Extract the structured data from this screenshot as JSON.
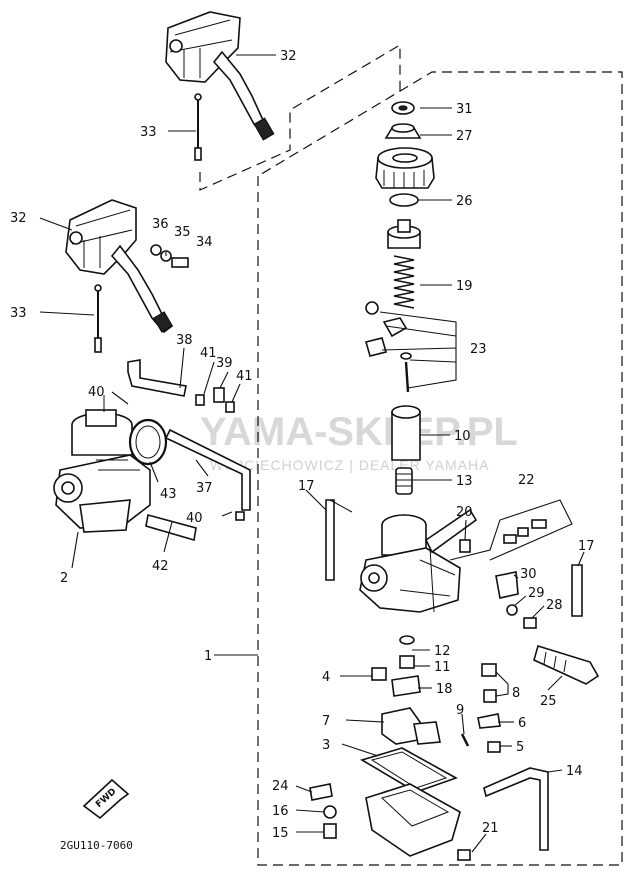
{
  "labels": {
    "l1": "1",
    "l2": "2",
    "l3": "3",
    "l4": "4",
    "l5": "5",
    "l6": "6",
    "l7": "7",
    "l8": "8",
    "l9": "9",
    "l10": "10",
    "l11": "11",
    "l12": "12",
    "l13": "13",
    "l14": "14",
    "l15": "15",
    "l16": "16",
    "l17a": "17",
    "l17b": "17",
    "l18": "18",
    "l19": "19",
    "l20": "20",
    "l21": "21",
    "l22": "22",
    "l23": "23",
    "l24": "24",
    "l25": "25",
    "l26": "26",
    "l27": "27",
    "l28": "28",
    "l29": "29",
    "l30": "30",
    "l31": "31",
    "l32a": "32",
    "l32b": "32",
    "l33a": "33",
    "l33b": "33",
    "l34": "34",
    "l35": "35",
    "l36": "36",
    "l37": "37",
    "l38": "38",
    "l39": "39",
    "l40a": "40",
    "l40b": "40",
    "l41a": "41",
    "l41b": "41",
    "l42": "42",
    "l43": "43"
  },
  "drawing_code": "2GU110-7060",
  "fwd_label": "FWD",
  "watermark": {
    "main": "YAMA-SKLEP.PL",
    "sub": "WOJCIECHOWICZ | DEALER YAMAHA"
  }
}
